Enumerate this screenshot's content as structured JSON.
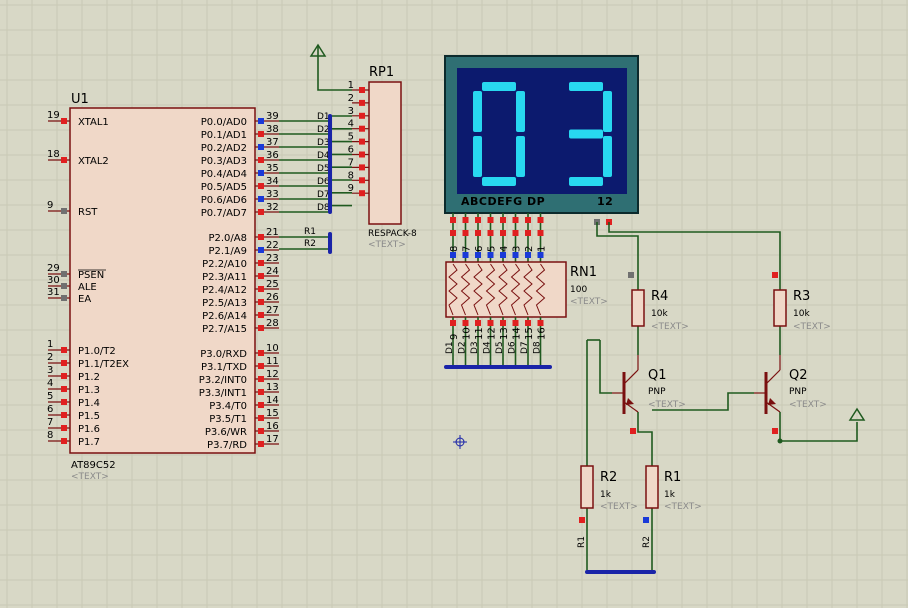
{
  "u1": {
    "ref": "U1",
    "part": "AT89C52",
    "text": "<TEXT>",
    "left_pins": [
      {
        "num": "19",
        "name": "XTAL1"
      },
      {
        "num": "18",
        "name": "XTAL2"
      },
      {
        "num": "9",
        "name": "RST"
      },
      {
        "num": "29",
        "name": "PSEN"
      },
      {
        "num": "30",
        "name": "ALE"
      },
      {
        "num": "31",
        "name": "EA"
      },
      {
        "num": "1",
        "name": "P1.0/T2"
      },
      {
        "num": "2",
        "name": "P1.1/T2EX"
      },
      {
        "num": "3",
        "name": "P1.2"
      },
      {
        "num": "4",
        "name": "P1.3"
      },
      {
        "num": "5",
        "name": "P1.4"
      },
      {
        "num": "6",
        "name": "P1.5"
      },
      {
        "num": "7",
        "name": "P1.6"
      },
      {
        "num": "8",
        "name": "P1.7"
      }
    ],
    "right_pins": [
      {
        "num": "39",
        "name": "P0.0/AD0"
      },
      {
        "num": "38",
        "name": "P0.1/AD1"
      },
      {
        "num": "37",
        "name": "P0.2/AD2"
      },
      {
        "num": "36",
        "name": "P0.3/AD3"
      },
      {
        "num": "35",
        "name": "P0.4/AD4"
      },
      {
        "num": "34",
        "name": "P0.5/AD5"
      },
      {
        "num": "33",
        "name": "P0.6/AD6"
      },
      {
        "num": "32",
        "name": "P0.7/AD7"
      },
      {
        "num": "21",
        "name": "P2.0/A8"
      },
      {
        "num": "22",
        "name": "P2.1/A9"
      },
      {
        "num": "23",
        "name": "P2.2/A10"
      },
      {
        "num": "24",
        "name": "P2.3/A11"
      },
      {
        "num": "25",
        "name": "P2.4/A12"
      },
      {
        "num": "26",
        "name": "P2.5/A13"
      },
      {
        "num": "27",
        "name": "P2.6/A14"
      },
      {
        "num": "28",
        "name": "P2.7/A15"
      },
      {
        "num": "10",
        "name": "P3.0/RXD"
      },
      {
        "num": "11",
        "name": "P3.1/TXD"
      },
      {
        "num": "12",
        "name": "P3.2/INT0"
      },
      {
        "num": "13",
        "name": "P3.3/INT1"
      },
      {
        "num": "14",
        "name": "P3.4/T0"
      },
      {
        "num": "15",
        "name": "P3.5/T1"
      },
      {
        "num": "16",
        "name": "P3.6/WR"
      },
      {
        "num": "17",
        "name": "P3.7/RD"
      }
    ]
  },
  "p0_net_labels": [
    "D1",
    "D2",
    "D3",
    "D4",
    "D5",
    "D6",
    "D7",
    "D8"
  ],
  "p2_net_labels": [
    "R1",
    "R2"
  ],
  "rp1": {
    "ref": "RP1",
    "part": "RESPACK-8",
    "text": "<TEXT>",
    "pins": [
      "1",
      "2",
      "3",
      "4",
      "5",
      "6",
      "7",
      "8",
      "9"
    ]
  },
  "display": {
    "digits": "03",
    "seg_label": "ABCDEFG  DP",
    "com_label": "12"
  },
  "rn1": {
    "ref": "RN1",
    "value": "100",
    "text": "<TEXT>",
    "top_pins": [
      "8",
      "7",
      "6",
      "5",
      "4",
      "3",
      "2",
      "1"
    ],
    "bottom_pins": [
      "9",
      "10",
      "11",
      "12",
      "13",
      "14",
      "15",
      "16"
    ],
    "bottom_nets": [
      "D1",
      "D2",
      "D3",
      "D4",
      "D5",
      "D6",
      "D7",
      "D8"
    ]
  },
  "r4": {
    "ref": "R4",
    "value": "10k",
    "text": "<TEXT>"
  },
  "r3": {
    "ref": "R3",
    "value": "10k",
    "text": "<TEXT>"
  },
  "q1": {
    "ref": "Q1",
    "type": "PNP",
    "text": "<TEXT>"
  },
  "q2": {
    "ref": "Q2",
    "type": "PNP",
    "text": "<TEXT>"
  },
  "r2": {
    "ref": "R2",
    "value": "1k",
    "text": "<TEXT>",
    "net": "R1"
  },
  "r1": {
    "ref": "R1",
    "value": "1k",
    "text": "<TEXT>",
    "net": "R2"
  }
}
